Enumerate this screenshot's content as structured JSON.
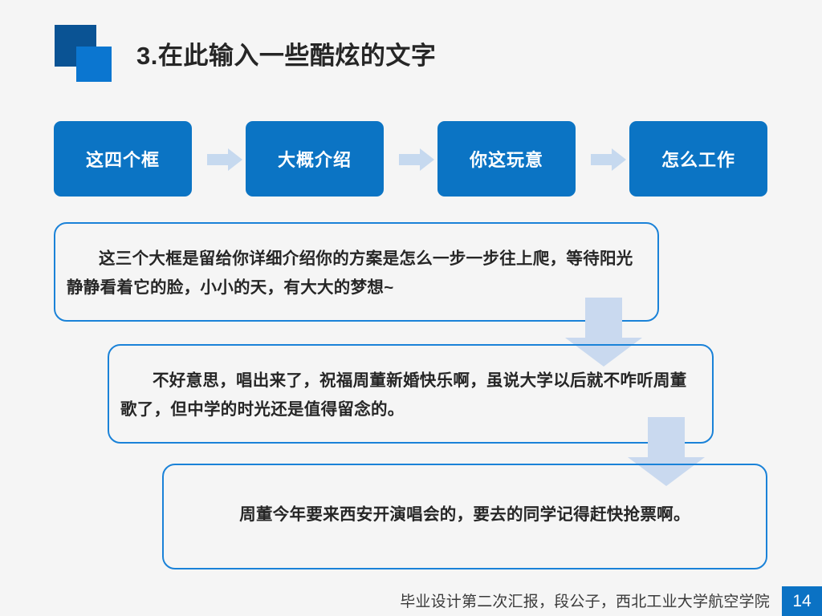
{
  "slide": {
    "background_color": "#f5f5f5",
    "title": "3.在此输入一些酷炫的文字",
    "accent_dark": "#0a5394",
    "accent_light": "#0b76d0",
    "border_blue": "#1a82d8",
    "arrow_fill": "#c6d9ef"
  },
  "flow": {
    "boxes": [
      {
        "label": "这四个框"
      },
      {
        "label": "大概介绍"
      },
      {
        "label": "你这玩意"
      },
      {
        "label": "怎么工作"
      }
    ],
    "arrow_icon": "arrow-right-icon"
  },
  "content_boxes": [
    {
      "text": "这三个大框是留给你详细介绍你的方案是怎么一步一步往上爬，等待阳光静静看着它的脸，小小的天，有大大的梦想~"
    },
    {
      "text": "不好意思，唱出来了，祝福周董新婚快乐啊，虽说大学以后就不咋听周董歌了，但中学的时光还是值得留念的。"
    },
    {
      "text": "周董今年要来西安开演唱会的，要去的同学记得赶快抢票啊。"
    }
  ],
  "connectors": [
    {
      "icon": "arrow-down-icon"
    },
    {
      "icon": "arrow-down-icon"
    }
  ],
  "footer": {
    "text": "毕业设计第二次汇报，段公子，西北工业大学航空学院",
    "page_number": "14",
    "badge_color": "#0b72c4"
  }
}
